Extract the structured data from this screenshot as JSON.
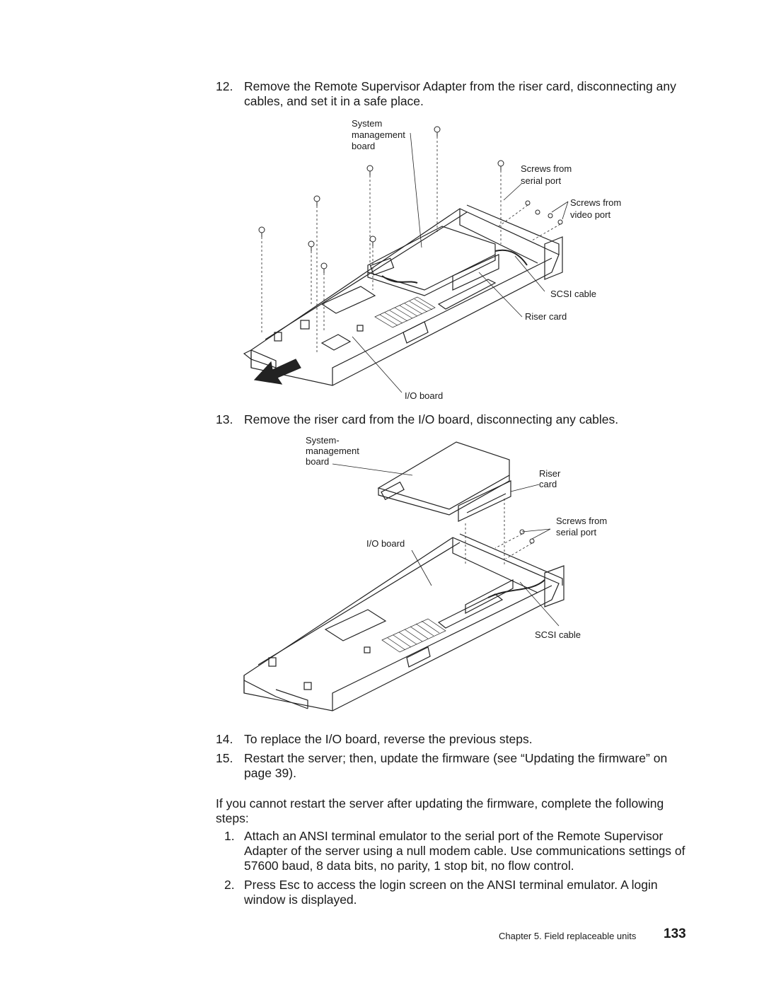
{
  "steps": [
    {
      "num": "12.",
      "text": "Remove the Remote Supervisor Adapter from the riser card, disconnecting any cables, and set it in a safe place."
    },
    {
      "num": "13.",
      "text": "Remove the riser card from the I/O board, disconnecting any cables."
    },
    {
      "num": "14.",
      "text": "To replace the I/O board, reverse the previous steps."
    },
    {
      "num": "15.",
      "text": "Restart the server; then, update the firmware (see “Updating the firmware” on page 39)."
    }
  ],
  "paragraph": "If you cannot restart the server after updating the firmware, complete the following steps:",
  "substeps": [
    {
      "num": "1.",
      "text": "Attach an ANSI terminal emulator to the serial port of the Remote Supervisor Adapter of the server using a null modem cable. Use communications settings of 57600 baud, 8 data bits, no parity, 1 stop bit, no flow control."
    },
    {
      "num": "2.",
      "text": "Press Esc to access the login screen on the ANSI terminal emulator. A login window is displayed."
    }
  ],
  "figure1": {
    "system_label": [
      "System",
      "management",
      "board"
    ],
    "serial_label": [
      "Screws from",
      "serial port"
    ],
    "video_label": [
      "Screws from",
      "video port"
    ],
    "scsi_label": "SCSI cable",
    "riser_label": "Riser card",
    "io_label": "I/O board"
  },
  "figure2": {
    "system_label": [
      "System-",
      "management",
      "board"
    ],
    "riser_label": [
      "Riser",
      "card"
    ],
    "serial_label": [
      "Screws from",
      "serial port"
    ],
    "io_label": "I/O board",
    "scsi_label": "SCSI cable"
  },
  "footer": {
    "chapter": "Chapter 5. Field replaceable units",
    "page": "133"
  }
}
